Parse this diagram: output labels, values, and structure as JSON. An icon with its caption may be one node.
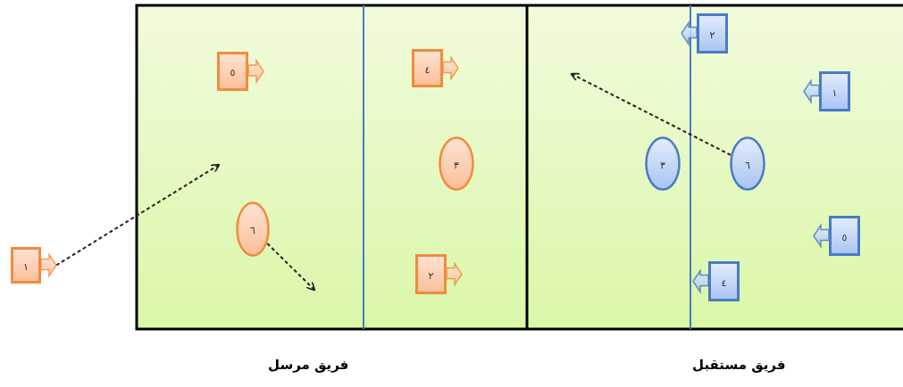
{
  "diagram": {
    "nodes": [
      {
        "text": [
          "١"
        ]
      },
      {
        "text": [
          "٥"
        ]
      },
      {
        "text": [
          "٦"
        ]
      },
      {
        "text": [
          "٤"
        ]
      },
      {
        "text": [
          "٣"
        ]
      },
      {
        "text": [
          "٢"
        ]
      },
      {
        "text": [
          "٢"
        ]
      },
      {
        "text": [
          "٣"
        ]
      },
      {
        "text": [
          "٦"
        ]
      },
      {
        "text": [
          "١"
        ]
      },
      {
        "text": [
          "٤"
        ]
      },
      {
        "text": [
          "٥"
        ]
      }
    ],
    "edges": [
      {
        "from": 0,
        "to": null,
        "arrow": "to",
        "style": "dashed"
      },
      {
        "from": 2,
        "to": null,
        "arrow": "to",
        "style": "dashed"
      },
      {
        "from": 8,
        "to": null,
        "arrow": "to",
        "style": "dashed"
      }
    ],
    "labels": [
      "فريق مرسل",
      "فريق مستقبل"
    ]
  }
}
